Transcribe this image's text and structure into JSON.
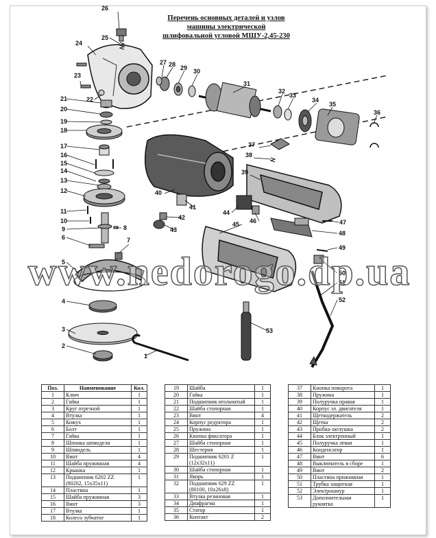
{
  "title": {
    "line1": "Перечень основных деталей и узлов",
    "line2": "машины электрической",
    "line3": "шлифовальной угловой   МШУ-2,45-230"
  },
  "watermark": "www.nedorogo.dp.ua",
  "labels": [
    "1",
    "2",
    "3",
    "4",
    "5",
    "6",
    "7",
    "8",
    "9",
    "10",
    "11",
    "12",
    "13",
    "14",
    "15",
    "16",
    "17",
    "18",
    "19",
    "20",
    "21",
    "22",
    "23",
    "24",
    "25",
    "26",
    "27",
    "28",
    "29",
    "30",
    "31",
    "32",
    "33",
    "34",
    "35",
    "36",
    "37",
    "38",
    "39",
    "40",
    "41",
    "42",
    "43",
    "44",
    "45",
    "46",
    "47",
    "48",
    "49",
    "50",
    "51",
    "52",
    "53"
  ],
  "table": {
    "headers": {
      "pos": "Поз.",
      "name": "Наименование",
      "qty": "Кол."
    },
    "col1": [
      {
        "pos": "1",
        "name": "Ключ",
        "qty": "1"
      },
      {
        "pos": "2",
        "name": "Гайка",
        "qty": "1"
      },
      {
        "pos": "3",
        "name": "Круг отрезной",
        "qty": "1"
      },
      {
        "pos": "4",
        "name": "Втулка",
        "qty": "1"
      },
      {
        "pos": "5",
        "name": "Кожух",
        "qty": "1"
      },
      {
        "pos": "6",
        "name": "Болт",
        "qty": "1"
      },
      {
        "pos": "7",
        "name": "Гайка",
        "qty": "1"
      },
      {
        "pos": "8",
        "name": "Шпонка шпинделя",
        "qty": "1"
      },
      {
        "pos": "9",
        "name": "Шпиндель",
        "qty": "1"
      },
      {
        "pos": "10",
        "name": "Винт",
        "qty": "4"
      },
      {
        "pos": "11",
        "name": "Шайба пружинная",
        "qty": "4"
      },
      {
        "pos": "12",
        "name": "Крышка",
        "qty": "1"
      },
      {
        "pos": "13",
        "name": "Подшипник 6202 ZZ (80202, 15x35x11)",
        "qty": "1"
      },
      {
        "pos": "14",
        "name": "Пластина",
        "qty": "1"
      },
      {
        "pos": "15",
        "name": "Шайба пружинная",
        "qty": "3"
      },
      {
        "pos": "16",
        "name": "Винт",
        "qty": "3"
      },
      {
        "pos": "17",
        "name": "Втулка",
        "qty": "1"
      },
      {
        "pos": "18",
        "name": "Колесо зубчатое",
        "qty": "1"
      }
    ],
    "col2": [
      {
        "pos": "19",
        "name": "Шайба",
        "qty": "1"
      },
      {
        "pos": "20",
        "name": "Гайка",
        "qty": "1"
      },
      {
        "pos": "21",
        "name": "Подшипник игольчатый",
        "qty": "1"
      },
      {
        "pos": "22",
        "name": "Шайба стопорная",
        "qty": "1"
      },
      {
        "pos": "23",
        "name": "Винт",
        "qty": "4"
      },
      {
        "pos": "24",
        "name": "Корпус редуктора",
        "qty": "1"
      },
      {
        "pos": "25",
        "name": "Пружина",
        "qty": "1"
      },
      {
        "pos": "26",
        "name": "Кнопка фиксатора",
        "qty": "1"
      },
      {
        "pos": "27",
        "name": "Шайба стопорная",
        "qty": "1"
      },
      {
        "pos": "28",
        "name": "Шестерня",
        "qty": "1"
      },
      {
        "pos": "29",
        "name": "Подшипник 6201 Z (12x32x11)",
        "qty": "1"
      },
      {
        "pos": "30",
        "name": "Шайба стопорная",
        "qty": "1"
      },
      {
        "pos": "31",
        "name": "Якорь",
        "qty": "1"
      },
      {
        "pos": "32",
        "name": "Подшипник 629 ZZ (80100, 10x26x8)",
        "qty": "1"
      },
      {
        "pos": "33",
        "name": "Втулка резиновая",
        "qty": "1"
      },
      {
        "pos": "34",
        "name": "Диафрагма",
        "qty": "1"
      },
      {
        "pos": "35",
        "name": "Статор",
        "qty": "1"
      },
      {
        "pos": "36",
        "name": "Контакт",
        "qty": "2"
      }
    ],
    "col3": [
      {
        "pos": "37",
        "name": "Кнопка поворота",
        "qty": "1"
      },
      {
        "pos": "38",
        "name": "Пружина",
        "qty": "1"
      },
      {
        "pos": "39",
        "name": "Полуручка правая",
        "qty": "1"
      },
      {
        "pos": "40",
        "name": "Корпус эл. двигателя",
        "qty": "1"
      },
      {
        "pos": "41",
        "name": "Щеткодержатель",
        "qty": "2"
      },
      {
        "pos": "42",
        "name": "Щетка",
        "qty": "2"
      },
      {
        "pos": "43",
        "name": "Пробка-заглушка",
        "qty": "2"
      },
      {
        "pos": "44",
        "name": "Блок электронный",
        "qty": "1"
      },
      {
        "pos": "45",
        "name": "Полуручка левая",
        "qty": "1"
      },
      {
        "pos": "46",
        "name": "Конденсатор",
        "qty": "1"
      },
      {
        "pos": "47",
        "name": "Винт",
        "qty": "6"
      },
      {
        "pos": "48",
        "name": "Выключатель в сборе",
        "qty": "1"
      },
      {
        "pos": "49",
        "name": "Винт",
        "qty": "2"
      },
      {
        "pos": "50",
        "name": "Пластина прижимная",
        "qty": "1"
      },
      {
        "pos": "51",
        "name": "Трубка защитная",
        "qty": "1"
      },
      {
        "pos": "52",
        "name": "Электрошнур",
        "qty": "1"
      },
      {
        "pos": "53",
        "name": "Дополнительная рукоятка",
        "qty": "1"
      }
    ]
  }
}
